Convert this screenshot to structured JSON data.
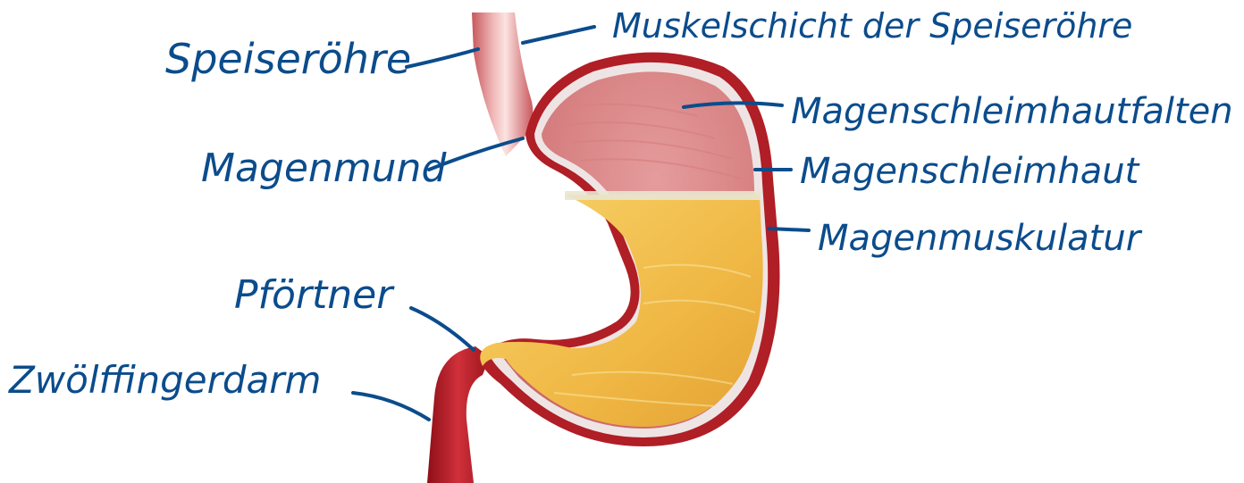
{
  "labels": {
    "speiseroehre": "Speiseröhre",
    "muskelschicht": "Muskelschicht der Speiseröhre",
    "magenschleimhautfalten": "Magenschleimhautfalten",
    "magenmund": "Magenmund",
    "magenschleimhaut": "Magenschleimhaut",
    "magenmuskulatur": "Magenmuskulatur",
    "pfoertner": "Pförtner",
    "zwoelffingerdarm": "Zwölffingerdarm"
  },
  "colors": {
    "ink": "#0b4c8c",
    "muscle": "#b01e26",
    "mucosa": "#e8a0a0",
    "fluid": "#f2c050"
  }
}
